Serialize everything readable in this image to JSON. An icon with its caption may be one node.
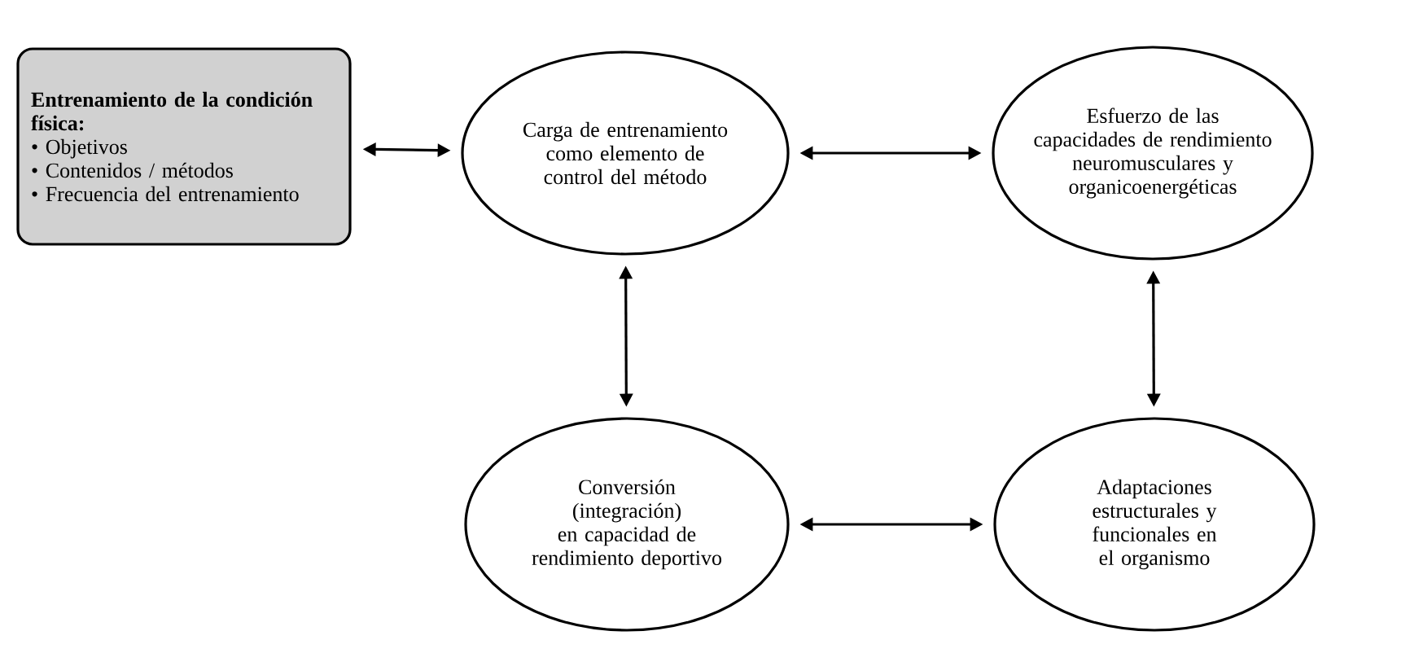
{
  "diagram": {
    "nodes": [
      {
        "text": [
          "Entrenamiento de la condición física:",
          "• Objetivos",
          "• Contenidos / métodos",
          "• Frecuencia del entrenamiento"
        ]
      },
      {
        "text": [
          "Carga de entrenamiento como elemento de control del método"
        ]
      },
      {
        "text": [
          "Esfuerzo de las capacidades de rendimiento neuromusculares y organicoenergéticas"
        ]
      },
      {
        "text": [
          "Conversión (integración) en capacidad de rendimiento deportivo"
        ]
      },
      {
        "text": [
          "Adaptaciones estructurales y funcionales en el organismo"
        ]
      }
    ],
    "edges": [
      {
        "from": 0,
        "to": 1,
        "arrow": "both"
      },
      {
        "from": 1,
        "to": 2,
        "arrow": "both"
      },
      {
        "from": 1,
        "to": 3,
        "arrow": "both"
      },
      {
        "from": 2,
        "to": 4,
        "arrow": "both"
      },
      {
        "from": 3,
        "to": 4,
        "arrow": "both"
      }
    ]
  }
}
